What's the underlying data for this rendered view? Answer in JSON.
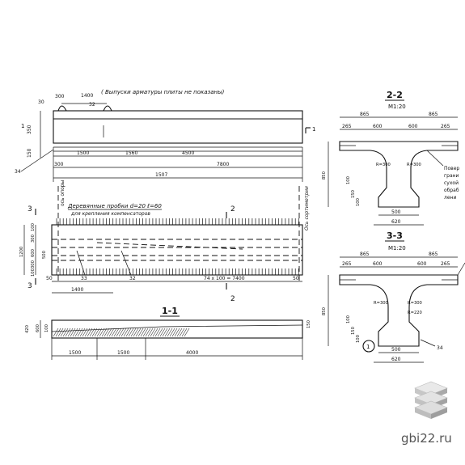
{
  "note_top": "( Выпуски арматуры плиты не показаны)",
  "elevation": {
    "dims_top": [
      "300",
      "1400",
      "32",
      "30"
    ],
    "dims_left": [
      "350",
      "1",
      "150",
      "34"
    ],
    "dims_bottom_1": [
      "1500",
      "1560",
      "4500"
    ],
    "dims_bottom_2": [
      "300",
      "7800"
    ],
    "dims_bottom_3": [
      "1507"
    ],
    "cut_mark": "1"
  },
  "plan": {
    "label_wood_plugs": "Деревянные пробки d=20 ℓ=60",
    "label_wood_plugs_2": "для крепления компенсаторов",
    "axis_label": "Ось сортиметрии",
    "axis_label_left": "ось опоры",
    "pitch_text": "74 x 100 = 7400",
    "dims_left": [
      "100",
      "300",
      "600",
      "300",
      "100"
    ],
    "dims_left_inner": [
      "1200",
      "500"
    ],
    "dims_bottom": [
      "50",
      "1400",
      "33",
      "32",
      "50"
    ],
    "section_marks": [
      "3",
      "3",
      "2",
      "2"
    ]
  },
  "section11": {
    "title": "1-1",
    "dims_left": [
      "420",
      "600",
      "100"
    ],
    "dims_right": [
      "150"
    ],
    "dims_bottom": [
      "1500",
      "1500",
      "4000"
    ]
  },
  "section22": {
    "title": "2-2",
    "scale": "M1:20",
    "dims_top": [
      "865",
      "865"
    ],
    "dims_top2": [
      "265",
      "600",
      "600",
      "265"
    ],
    "dims_left": [
      "850",
      "100",
      "150",
      "100"
    ],
    "radii": [
      "R=300",
      "R=300"
    ],
    "dims_bottom": [
      "500",
      "620"
    ],
    "note_right": [
      "Повер",
      "грани",
      "сухой",
      "обраб",
      "лени"
    ]
  },
  "section33": {
    "title": "3-3",
    "scale": "M1:20",
    "dims_top": [
      "865",
      "865"
    ],
    "dims_top2": [
      "265",
      "600",
      "600",
      "265"
    ],
    "dims_left": [
      "850",
      "100",
      "150",
      "100"
    ],
    "radii": [
      "R=300",
      "R=300",
      "R=220"
    ],
    "dims_bottom": [
      "500",
      "620"
    ],
    "marker": "1",
    "marker_right": "34"
  },
  "footer": {
    "site": "gbi22.ru"
  },
  "colors": {
    "ink": "#111111",
    "site_text": "#555555"
  }
}
